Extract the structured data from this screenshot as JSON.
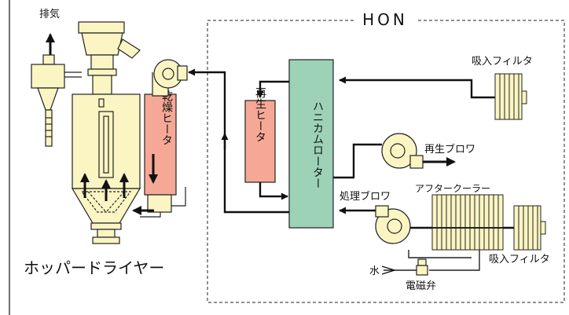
{
  "labels": {
    "exhaust": "排気",
    "hon": "HON",
    "hopper_dryer": "ホッパードライヤー",
    "drying_heater": "乾燥ヒータ",
    "regen_heater": "再生ヒータ",
    "honeycomb_rotor": "ハニカムローター",
    "intake_filter_top": "吸入フィルタ",
    "regen_blower": "再生ブロワ",
    "process_blower": "処理ブロワ",
    "after_cooler": "アフタークーラー",
    "intake_filter_bottom": "吸入フィルタ",
    "water": "水",
    "solenoid_valve": "電磁弁"
  },
  "colors": {
    "hopper": "#fbf5c3",
    "heater": "#f6a896",
    "rotor": "#9dd2b6",
    "line": "#111111"
  }
}
